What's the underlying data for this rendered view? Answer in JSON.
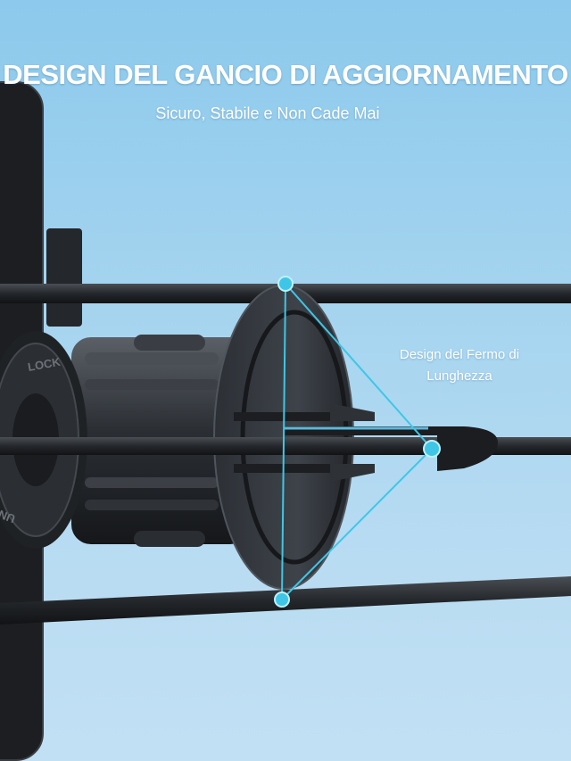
{
  "header": {
    "title": "DESIGN DEL GANCIO DI AGGIORNAMENTO",
    "subtitle": "Sicuro, Stabile e Non Cade Mai"
  },
  "callout": {
    "line1": "Design del Fermo di",
    "line2": "Lunghezza"
  },
  "knob": {
    "lock_label": "LOCK",
    "unlock_label": "UNLOCK"
  },
  "colors": {
    "sky": "#a5d4ef",
    "accent": "#3fc6e6",
    "product": "#2a2d31"
  }
}
